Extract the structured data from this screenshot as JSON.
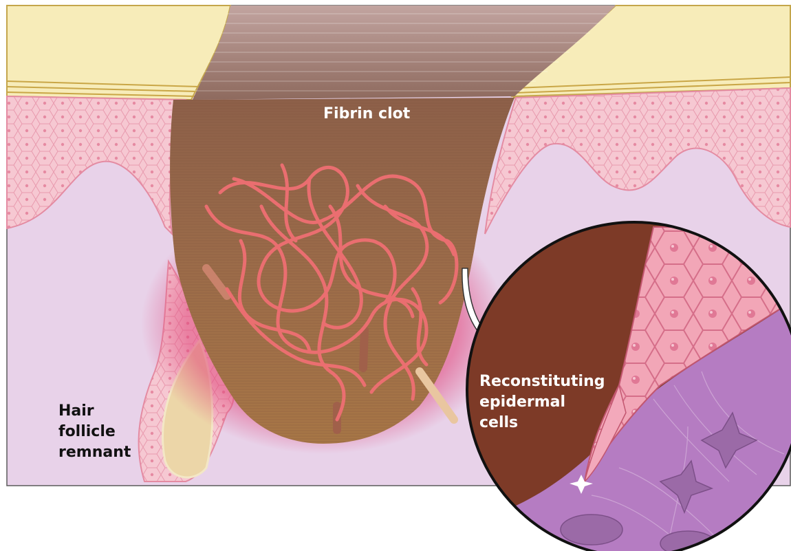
{
  "labels": {
    "fibrin_clot": "Fibrin clot",
    "hair_follicle": [
      "Hair",
      "follicle",
      "remnant"
    ],
    "reconstituting": [
      "Reconstituting",
      "epidermal",
      "cells"
    ]
  },
  "colors": {
    "dermis": "#e9d3ea",
    "scab": "#f7eab5",
    "epidermis": "#f5c3cf",
    "clot": "#9a6a48",
    "vessel": "#e66f72",
    "inset_clot": "#7e3a28",
    "inset_dermis": "#b97ec4",
    "inset_cells": "#f0a3b5"
  }
}
